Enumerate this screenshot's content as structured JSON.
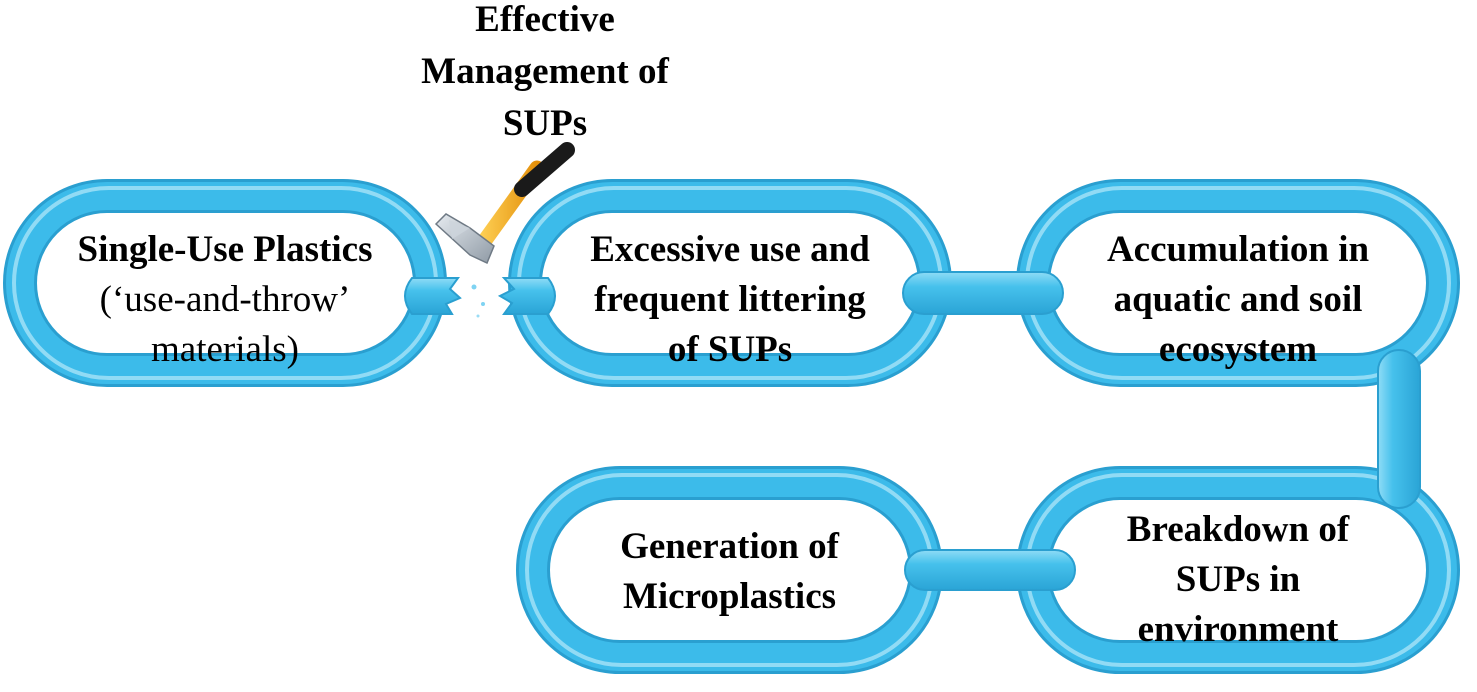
{
  "colors": {
    "link_outer": "#2a9fd0",
    "link_main": "#3cbbea",
    "link_highlight": "#a6e3f8",
    "hammer_handle": "#f2a516",
    "hammer_grip": "#1a1a1a",
    "hammer_head": "#b9c2cc",
    "text": "#000000"
  },
  "title": {
    "lines": [
      "Effective",
      "Management of",
      "SUPs"
    ]
  },
  "links": [
    {
      "id": "single-use-plastics",
      "lines": [
        "Single-Use Plastics",
        "(‘use-and-throw’",
        "materials)"
      ],
      "bold": [
        true,
        false,
        false
      ]
    },
    {
      "id": "excessive-use",
      "lines": [
        "Excessive use and",
        "frequent littering",
        "of SUPs"
      ],
      "bold": [
        true,
        true,
        true
      ]
    },
    {
      "id": "accumulation",
      "lines": [
        "Accumulation in",
        "aquatic and soil",
        "ecosystem"
      ],
      "bold": [
        true,
        true,
        true
      ]
    },
    {
      "id": "breakdown",
      "lines": [
        "Breakdown of",
        "SUPs in",
        "environment"
      ],
      "bold": [
        true,
        true,
        true
      ]
    },
    {
      "id": "microplastics",
      "lines": [
        "Generation of",
        "Microplastics"
      ],
      "bold": [
        true,
        true
      ]
    }
  ],
  "icons": {
    "hammer": "hammer-icon",
    "broken_link": "broken-link-icon"
  }
}
